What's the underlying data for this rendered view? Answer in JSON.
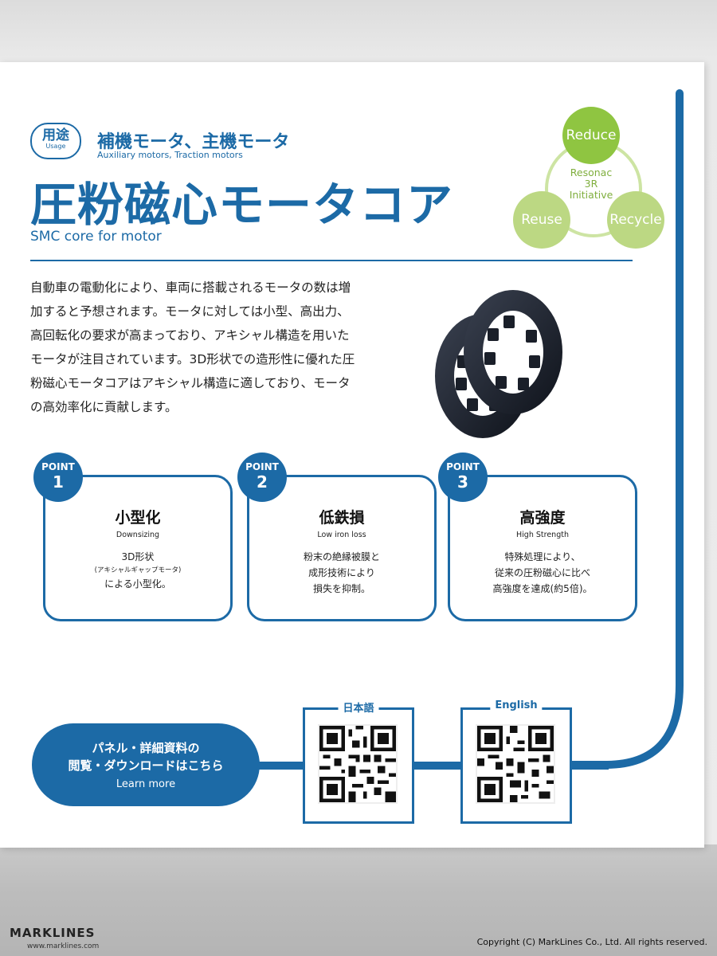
{
  "usage": {
    "jp": "用途",
    "en": "Usage"
  },
  "applications": {
    "jp": "補機モータ、主機モータ",
    "en": "Auxiliary motors, Traction motors"
  },
  "title": {
    "jp": "圧粉磁心モータコア",
    "en": "SMC core for motor"
  },
  "description": "自動車の電動化により、車両に搭載されるモータの数は増加すると予想されます。モータに対しては小型、高出力、高回転化の要求が高まっており、アキシャル構造を用いたモータが注目されています。3D形状での造形性に優れた圧粉磁心モータコアはアキシャル構造に適しており、モータの高効率化に貢献します。",
  "r3": {
    "reduce": "Reduce",
    "reuse": "Reuse",
    "recycle": "Recycle",
    "center_l1": "Resonac",
    "center_l2": "3R",
    "center_l3": "Initiative"
  },
  "points": [
    {
      "label": "POINT",
      "num": "1",
      "title": "小型化",
      "sub": "Downsizing",
      "body1": "3D形状",
      "body_small": "(アキシャルギャップモータ)",
      "body2": "による小型化。"
    },
    {
      "label": "POINT",
      "num": "2",
      "title": "低鉄損",
      "sub": "Low iron loss",
      "body1": "粉末の絶縁被膜と",
      "body2": "成形技術により",
      "body3": "損失を抑制。"
    },
    {
      "label": "POINT",
      "num": "3",
      "title": "高強度",
      "sub": "High Strength",
      "body1": "特殊処理により、",
      "body2": "従来の圧粉磁心に比べ",
      "body3": "高強度を達成(約5倍)。"
    }
  ],
  "learn_more": {
    "l1": "パネル・詳細資料の",
    "l2": "閲覧・ダウンロードはこちら",
    "l3": "Learn more"
  },
  "qr": {
    "jp_label": "日本語",
    "en_label": "English"
  },
  "footer": {
    "logo": "MARKLINES",
    "url": "www.marklines.com",
    "copyright": "Copyright (C) MarkLines Co., Ltd. All rights reserved."
  },
  "colors": {
    "brand_blue": "#1c6aa6",
    "green_strong": "#8fc541",
    "green_light": "#bcd883"
  }
}
